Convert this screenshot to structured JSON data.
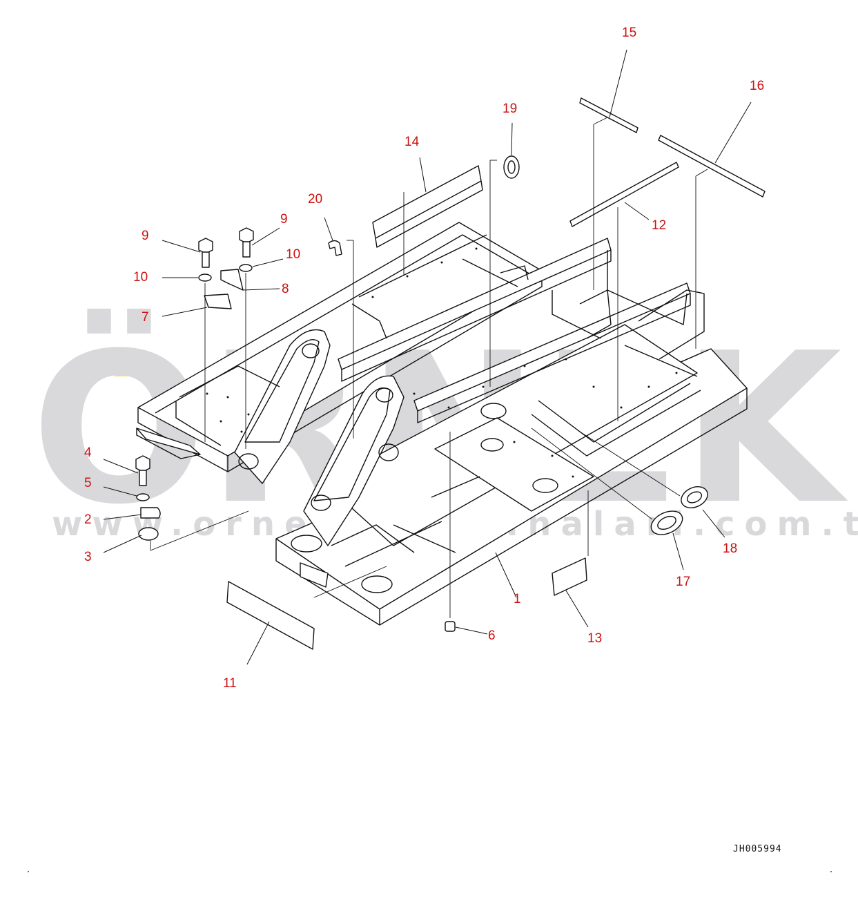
{
  "colors": {
    "callout": "#cc1111",
    "line": "#111111",
    "watermark": "#d9d9dc",
    "watermark_accent": "#f7d77a"
  },
  "watermark": {
    "brand": "ÖRNEK",
    "url": "www.ornekismakinalari.com.tr"
  },
  "drawing_code": "JH005994",
  "callouts": {
    "c1": "1",
    "c2": "2",
    "c3": "3",
    "c4": "4",
    "c5": "5",
    "c6": "6",
    "c7": "7",
    "c8": "8",
    "c9a": "9",
    "c9b": "9",
    "c10a": "10",
    "c10b": "10",
    "c11": "11",
    "c12": "12",
    "c13": "13",
    "c14": "14",
    "c15": "15",
    "c16": "16",
    "c17": "17",
    "c18": "18",
    "c19": "19",
    "c20": "20"
  }
}
